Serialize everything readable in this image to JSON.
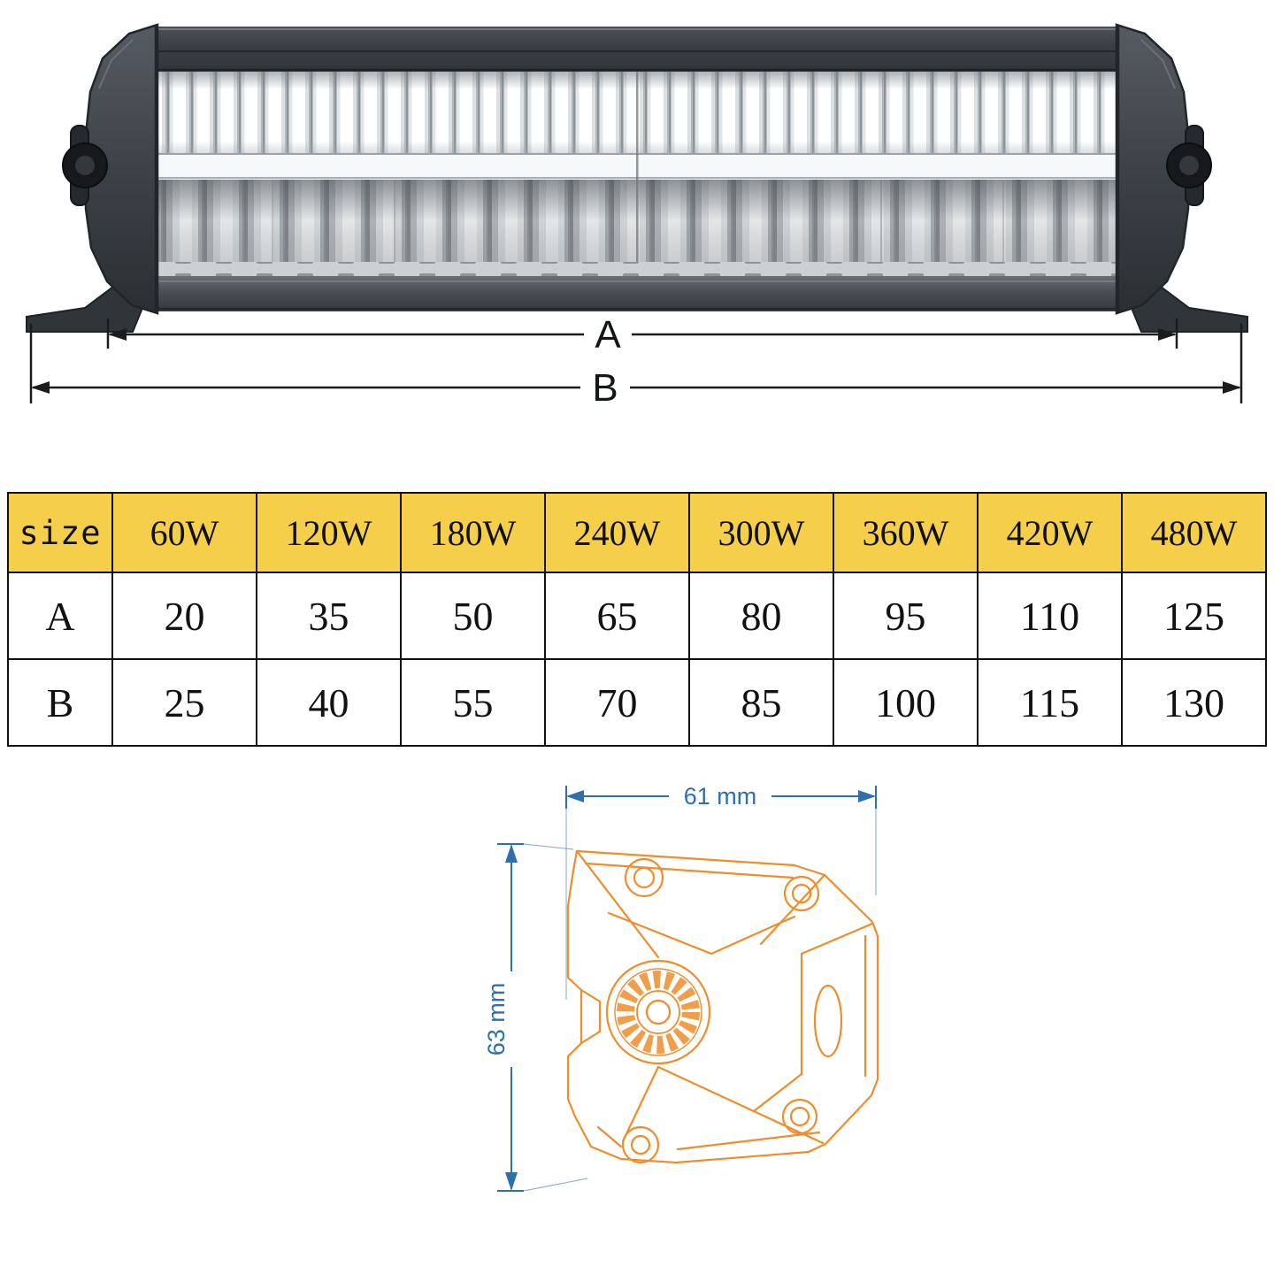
{
  "light_bar_diagram": {
    "dim_labels": {
      "a": "A",
      "b": "B"
    }
  },
  "size_table": {
    "header_bg_color": "#f5cf49",
    "columns": [
      "size",
      "60W",
      "120W",
      "180W",
      "240W",
      "300W",
      "360W",
      "420W",
      "480W"
    ],
    "rows": [
      {
        "label": "A",
        "values": [
          "20",
          "35",
          "50",
          "65",
          "80",
          "95",
          "110",
          "125"
        ]
      },
      {
        "label": "B",
        "values": [
          "25",
          "40",
          "55",
          "70",
          "85",
          "100",
          "115",
          "130"
        ]
      }
    ]
  },
  "bracket_drawing": {
    "width_dim": "61 mm",
    "height_dim": "63 mm",
    "outline_color": "#ef8d2b",
    "dimension_color": "#2e6fad"
  }
}
